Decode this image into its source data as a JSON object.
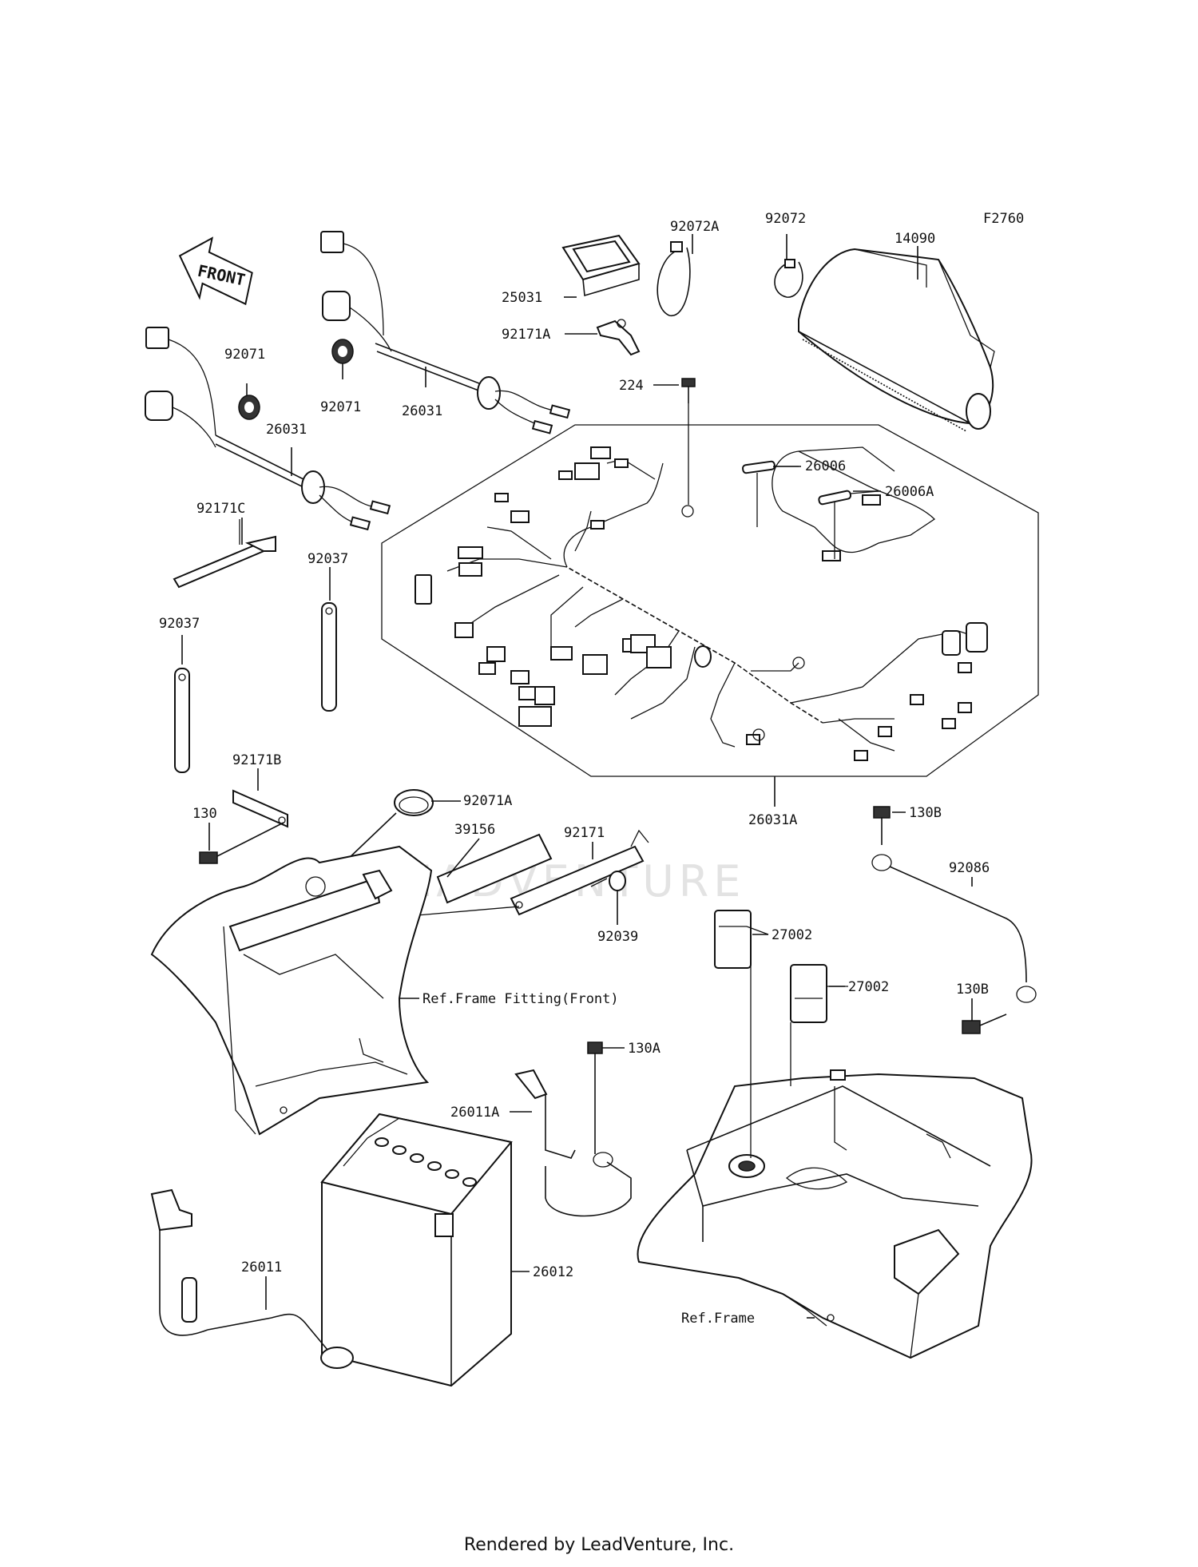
{
  "figure_id": "F2760",
  "front_label": "FRONT",
  "watermark": "LEADVENTURE",
  "footer": "Rendered by LeadVenture, Inc.",
  "callouts": {
    "p92072A": "92072A",
    "p92072": "92072",
    "p14090": "14090",
    "p25031": "25031",
    "p92171A": "92171A",
    "p224": "224",
    "p92071_left": "92071",
    "p92071_mid": "92071",
    "p26031_upper": "26031",
    "p26031_lower": "26031",
    "p26006": "26006",
    "p26006A": "26006A",
    "p92171C": "92171C",
    "p92037_right": "92037",
    "p92037_left": "92037",
    "p92171B": "92171B",
    "p130": "130",
    "p92071A": "92071A",
    "p92171": "92171",
    "p39156": "39156",
    "p26031A": "26031A",
    "p130B_top": "130B",
    "p92086": "92086",
    "p92039": "92039",
    "p27002_upper": "27002",
    "p27002_lower": "27002",
    "p130B_bottom": "130B",
    "p130A": "130A",
    "p26011A": "26011A",
    "p26011": "26011",
    "p26012": "26012",
    "ref_frame_fitting": "Ref.Frame Fitting(Front)",
    "ref_frame": "Ref.Frame"
  }
}
